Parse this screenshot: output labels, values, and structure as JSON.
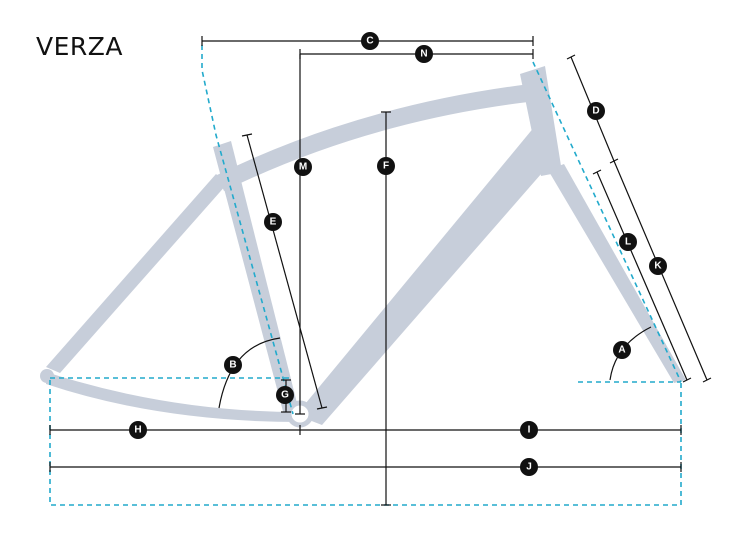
{
  "title": "VERZA",
  "measurements": [
    "A",
    "B",
    "C",
    "D",
    "E",
    "F",
    "G",
    "H",
    "I",
    "J",
    "K",
    "L",
    "M",
    "N"
  ],
  "colors": {
    "frame": "#c7ceda",
    "dimension_line": "#111111",
    "reference_dash": "#22aacc",
    "badge": "#111111"
  }
}
